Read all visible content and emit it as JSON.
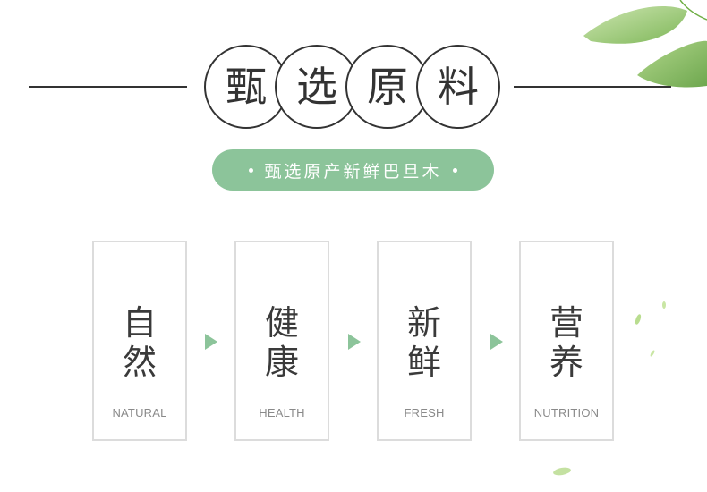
{
  "title": {
    "chars": [
      "甄",
      "选",
      "原",
      "料"
    ]
  },
  "subtitle": "甄选原产新鲜巴旦木",
  "cards": [
    {
      "zh_line1": "自",
      "zh_line2": "然",
      "en": "NATURAL"
    },
    {
      "zh_line1": "健",
      "zh_line2": "康",
      "en": "HEALTH"
    },
    {
      "zh_line1": "新",
      "zh_line2": "鲜",
      "en": "FRESH"
    },
    {
      "zh_line1": "营",
      "zh_line2": "养",
      "en": "NUTRITION"
    }
  ],
  "colors": {
    "accent": "#8cc49a",
    "text": "#333333",
    "card_border": "#dcdcdc",
    "leaf": "#7db85a"
  },
  "icons": {
    "leaf": "leaf-icon",
    "arrow": "play-triangle-icon"
  }
}
